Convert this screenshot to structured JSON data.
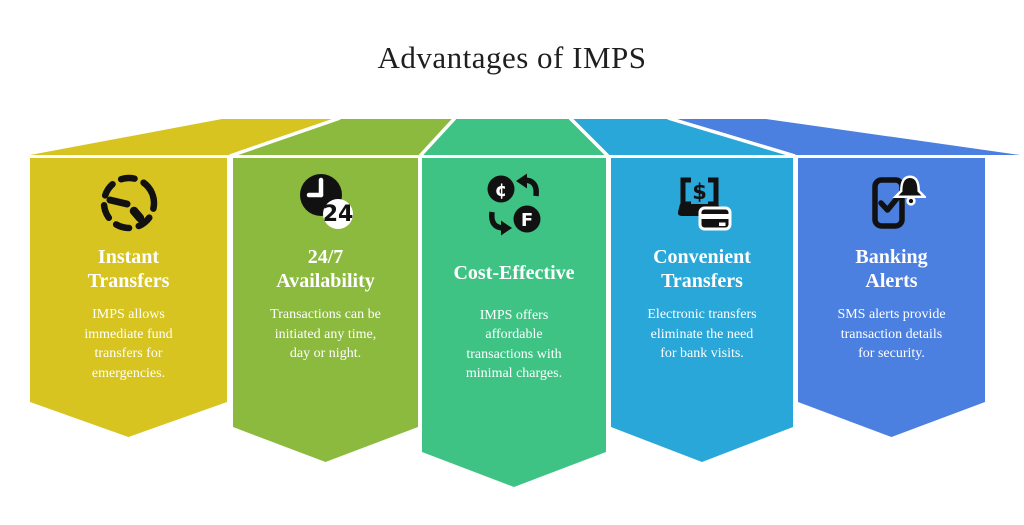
{
  "page": {
    "title": "Advantages of IMPS",
    "background": "#ffffff"
  },
  "colors": {
    "title_text": "#1f1f1f",
    "card_text": "#ffffff",
    "icon": "#111111",
    "panel_divider": "#ffffff"
  },
  "icon_glyphs": {
    "cent": "¢",
    "franc": "F",
    "dollar": "$",
    "twenty_four": "24"
  },
  "cards": [
    {
      "id": "instant-transfers",
      "color": "#d7c420",
      "icon": "dashed-stopwatch-icon",
      "title": "Instant\nTransfers",
      "description": "IMPS allows\nimmediate fund\ntransfers for\nemergencies."
    },
    {
      "id": "24-7-availability",
      "color": "#8cba3e",
      "icon": "clock-24-icon",
      "title": "24/7\nAvailability",
      "description": "Transactions can be\ninitiated any time,\nday or night."
    },
    {
      "id": "cost-effective",
      "color": "#3fc385",
      "icon": "currency-exchange-icon",
      "title": "Cost-Effective",
      "description": "IMPS offers\naffordable\ntransactions with\nminimal charges."
    },
    {
      "id": "convenient-transfers",
      "color": "#29a7d8",
      "icon": "laptop-payment-icon",
      "title": "Convenient\nTransfers",
      "description": "Electronic transfers\neliminate the need\nfor bank visits."
    },
    {
      "id": "banking-alerts",
      "color": "#4b7fe0",
      "icon": "phone-alert-icon",
      "title": "Banking\nAlerts",
      "description": "SMS alerts provide\ntransaction details\nfor security."
    }
  ]
}
